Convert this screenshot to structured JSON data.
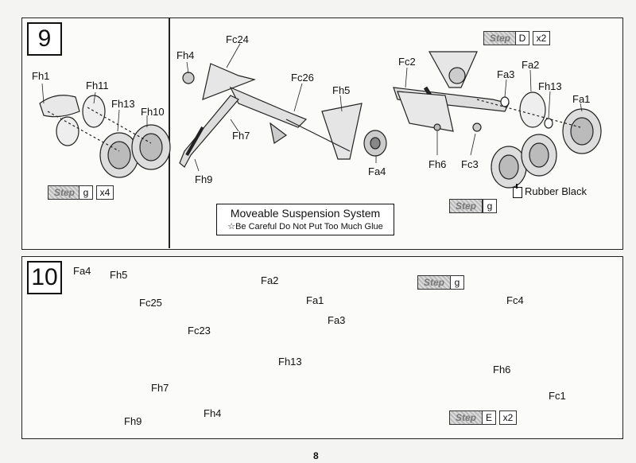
{
  "page_number": "8",
  "step9": {
    "number": "9",
    "left": {
      "labels": [
        "Fh1",
        "Fh11",
        "Fh13",
        "Fh10"
      ],
      "step_ref": {
        "tag": "Step",
        "letter": "g",
        "count": "x4"
      }
    },
    "middle": {
      "labels": [
        "Fh4",
        "Fc24",
        "Fc26",
        "Fh5",
        "Fh7",
        "Fh9",
        "Fa4"
      ],
      "note_title": "Moveable Suspension System",
      "note_warning": "☆Be Careful Do Not Put Too Much Glue"
    },
    "right": {
      "top_ref": {
        "tag": "Step",
        "letter": "D",
        "count": "x2"
      },
      "labels": [
        "Fc2",
        "Fa3",
        "Fa2",
        "Fh13",
        "Fa1",
        "Fh6",
        "Fc3"
      ],
      "paint": "Rubber Black",
      "bottom_ref": {
        "tag": "Step",
        "letter": "g"
      }
    }
  },
  "step10": {
    "number": "10",
    "left": {
      "labels": [
        "Fa4",
        "Fh5",
        "Fc25",
        "Fc23",
        "Fh7",
        "Fh9",
        "Fh4"
      ]
    },
    "middle": {
      "labels": [
        "Fa2",
        "Fa1",
        "Fa3",
        "Fh13"
      ]
    },
    "right": {
      "top_ref": {
        "tag": "Step",
        "letter": "g"
      },
      "labels": [
        "Fc4",
        "Fh6",
        "Fc1"
      ],
      "bottom_ref": {
        "tag": "Step",
        "letter": "E",
        "count": "x2"
      }
    }
  }
}
